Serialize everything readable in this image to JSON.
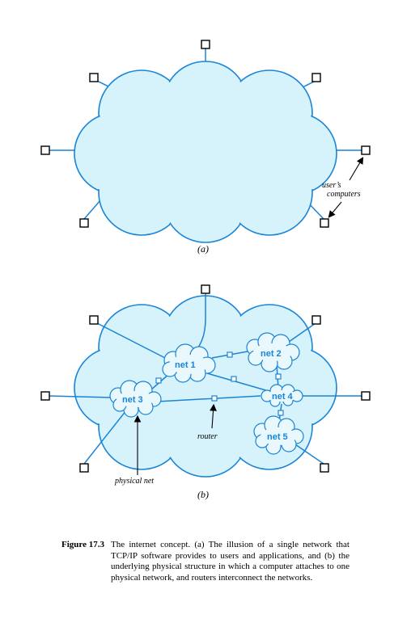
{
  "colors": {
    "cloud_fill": "#d6f3fb",
    "line": "#1a84d6",
    "label": "#1a84d6",
    "box": "#000000"
  },
  "panel_a": {
    "label": "(a)",
    "annotation_line1": "user’s",
    "annotation_line2": "computers"
  },
  "panel_b": {
    "label": "(b)",
    "nets": [
      "net 1",
      "net 2",
      "net 3",
      "net 4",
      "net 5"
    ],
    "router_label": "router",
    "physical_net_label": "physical net"
  },
  "caption": {
    "figure_number": "Figure 17.3",
    "text": "The internet concept.  (a) The illusion of a single network that TCP/IP software provides to users and applications, and (b) the underlying physical structure in which a computer attaches to one physical network, and routers interconnect the networks."
  }
}
